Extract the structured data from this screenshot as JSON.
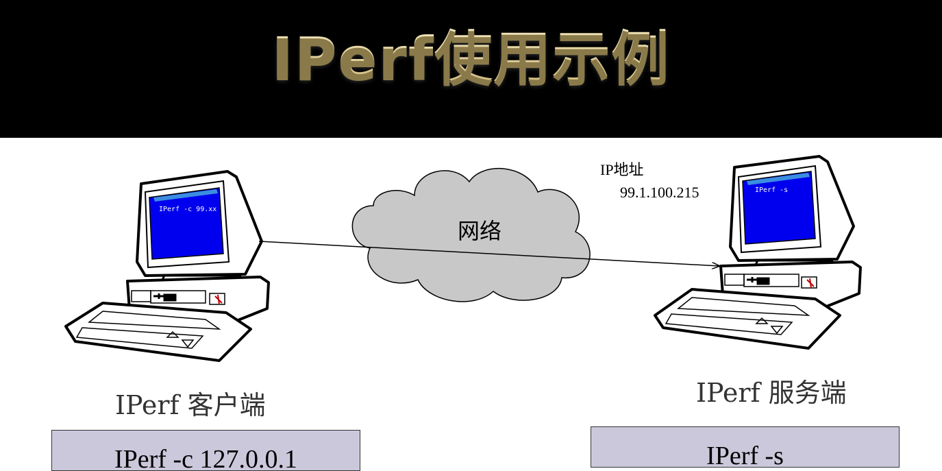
{
  "title": "IPerf使用示例",
  "network_label": "网络",
  "server_ip": {
    "label": "IP地址",
    "value": "99.1.100.215"
  },
  "client": {
    "label": "IPerf 客户端",
    "screen_text": "IPerf -c 99.xx",
    "command": "IPerf -c 127.0.0.1"
  },
  "server": {
    "label": "IPerf 服务端",
    "screen_text": "IPerf -s",
    "command": "IPerf -s"
  },
  "colors": {
    "title_bg": "#000000",
    "title_text": "#e6d49a",
    "screen": "#0000ee",
    "cloud": "#c8c8c8",
    "command_box": "#ccc8dc"
  }
}
